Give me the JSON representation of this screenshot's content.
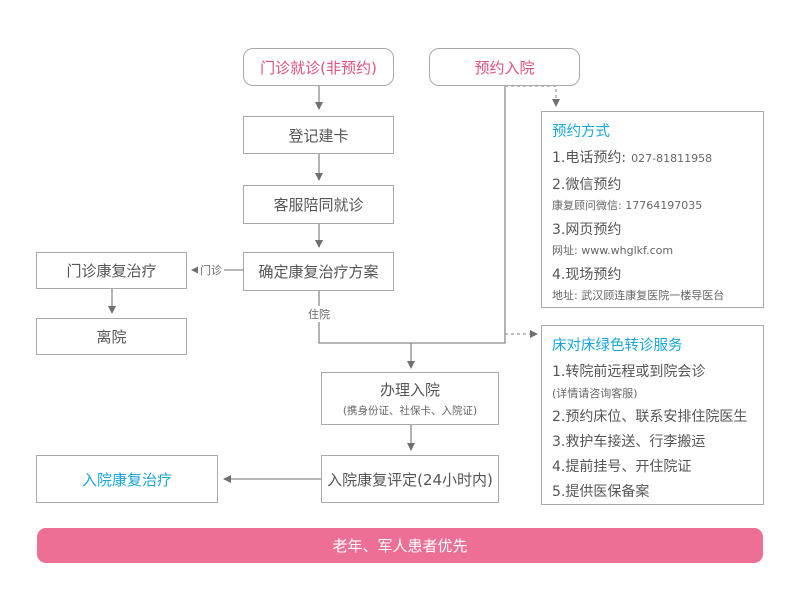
{
  "nodes": {
    "outpatient_visit": "门诊就诊(非预约)",
    "appointment_admission": "预约入院",
    "register_card": "登记建卡",
    "staff_escort": "客服陪同就诊",
    "confirm_plan": "确定康复治疗方案",
    "outpatient_rehab": "门诊康复治疗",
    "discharge": "离院",
    "admission_main": "办理入院",
    "admission_sub": "(携身份证、社保卡、入院证)",
    "assessment": "入院康复评定(24小时内)",
    "inpatient_rehab": "入院康复治疗"
  },
  "edge_labels": {
    "outpatient": "门诊",
    "inpatient": "住院"
  },
  "booking": {
    "title": "预约方式",
    "items": [
      {
        "label": "1.电话预约:",
        "detail": "027-81811958"
      },
      {
        "label": "2.微信预约",
        "detail": "康复顾问微信: 17764197035"
      },
      {
        "label": "3.网页预约",
        "detail": "网址: www.whglkf.com"
      },
      {
        "label": "4.现场预约",
        "detail": "地址: 武汉顾连康复医院一楼导医台"
      }
    ]
  },
  "green_channel": {
    "title": "床对床绿色转诊服务",
    "item1": "1.转院前远程或到院会诊",
    "item1_note": "(详情请咨询客服)",
    "items": [
      "2.预约床位、联系安排住院医生",
      "3.救护车接送、行李搬运",
      "4.提前挂号、开住院证",
      "5.提供医保备案"
    ]
  },
  "banner": "老年、军人患者优先",
  "colors": {
    "pink": "#e0517e",
    "cyan": "#1aa7d6",
    "banner": "#ed6f95",
    "border": "#a9a9a9"
  }
}
